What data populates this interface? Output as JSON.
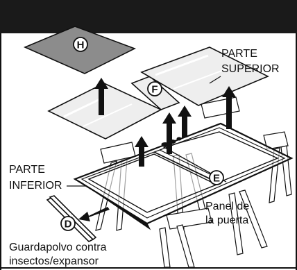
{
  "labels": {
    "top_part_line1": "PARTE",
    "top_part_line2": "SUPERIOR",
    "bottom_part_line1": "PARTE",
    "bottom_part_line2": "INFERIOR",
    "door_panel_line1": "Panel de",
    "door_panel_line2": "la puerta",
    "sweep_line1": "Guardapolvo contra",
    "sweep_line2": "insectos/expansor"
  },
  "callouts": {
    "h": "H",
    "f": "F",
    "e": "E",
    "d": "D"
  },
  "colors": {
    "header": "#1a1a1a",
    "glass_dark": "#8c8c8c",
    "glass_light": "#eeeeee",
    "line": "#111111"
  }
}
